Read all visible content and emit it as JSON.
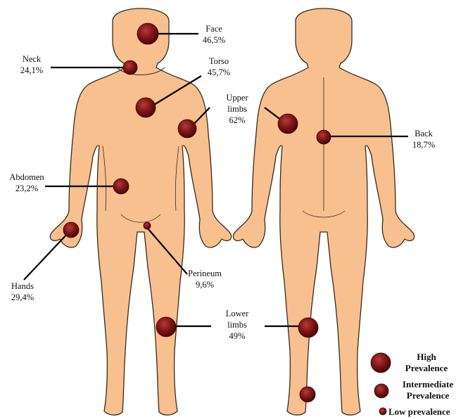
{
  "colors": {
    "skin": "#f7c08e",
    "outline": "#3a2a1c",
    "marker": "#7a1212",
    "marker_light": "#b53a3a",
    "line": "#000000"
  },
  "sites": {
    "face": {
      "name": "Face",
      "value": "46,5%"
    },
    "neck": {
      "name": "Neck",
      "value": "24,1%"
    },
    "torso": {
      "name": "Torso",
      "value": "45,7%"
    },
    "upper": {
      "line1": "Upper",
      "line2": "limbs",
      "value": "62%"
    },
    "back": {
      "name": "Back",
      "value": "18,7%"
    },
    "abdomen": {
      "name": "Abdomen",
      "value": "23,2%"
    },
    "hands": {
      "name": "Hands",
      "value": "29,4%"
    },
    "perineum": {
      "name": "Perineum",
      "value": "9,6%"
    },
    "lower": {
      "line1": "Lower",
      "line2": "limbs",
      "value": "49%"
    }
  },
  "legend": {
    "high_1": "High",
    "high_2": "Prevalence",
    "inter_1": "Intermediate",
    "inter_2": "Prevalence",
    "low": "Low prevalence"
  }
}
